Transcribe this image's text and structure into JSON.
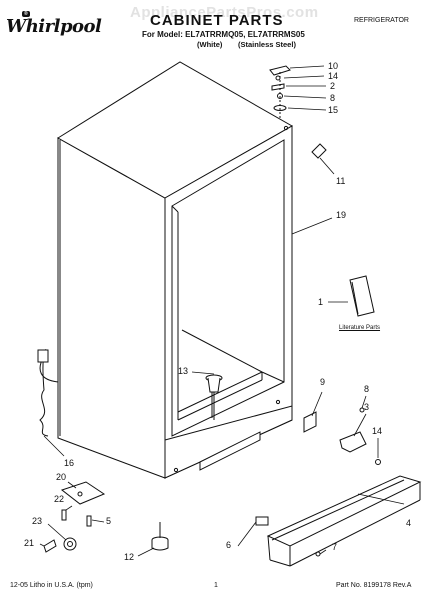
{
  "header": {
    "brand": "Whirlpool",
    "brand_tag": "®",
    "watermark": "AppliancePartsPros.com",
    "title": "CABINET PARTS",
    "category": "REFRIGERATOR",
    "model_line": "For Model: EL7ATRRMQ05, EL7ATRRMS05",
    "variant_white": "(White)",
    "variant_stainless": "(Stainless Steel)"
  },
  "callouts": [
    "10",
    "14",
    "2",
    "8",
    "15",
    "11",
    "19",
    "1",
    "13",
    "9",
    "8",
    "3",
    "14",
    "16",
    "20",
    "22",
    "5",
    "23",
    "21",
    "4",
    "6",
    "7",
    "12"
  ],
  "literature_label": "Literature Parts",
  "footer": {
    "left": "12-05 Litho in U.S.A. (tpm)",
    "page": "1",
    "right": "Part No. 8199178 Rev.A"
  }
}
